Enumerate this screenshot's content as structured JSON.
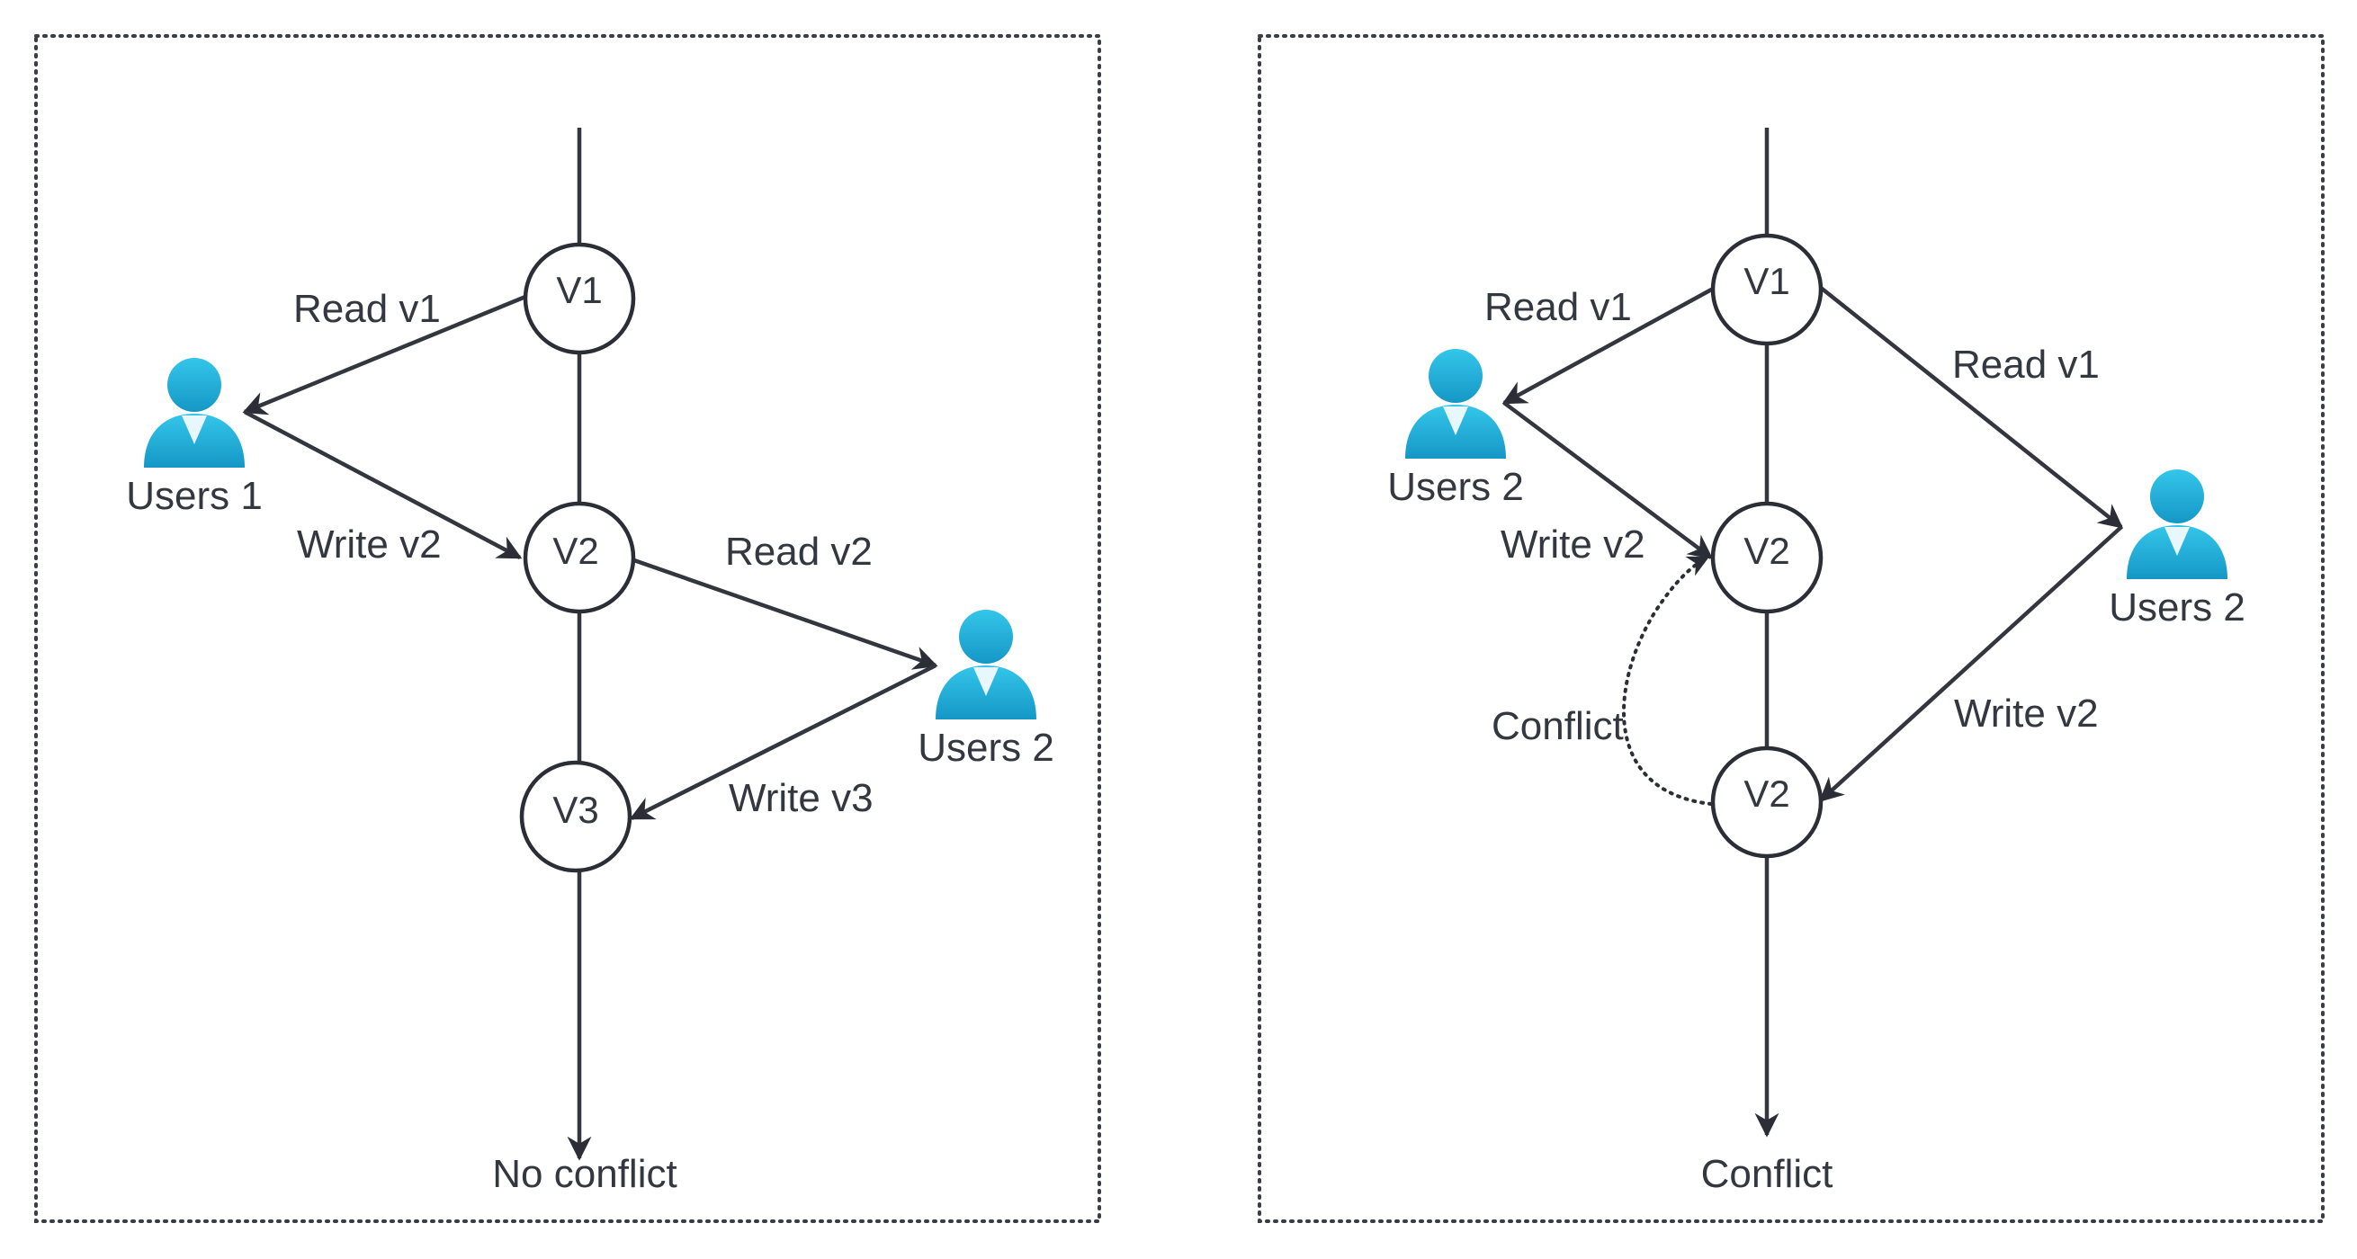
{
  "left": {
    "nodes": {
      "v1": "V1",
      "v2": "V2",
      "v3": "V3"
    },
    "users": {
      "u1": "Users 1",
      "u2": "Users 2"
    },
    "edges": {
      "read_v1": "Read v1",
      "write_v2": "Write v2",
      "read_v2": "Read v2",
      "write_v3": "Write v3"
    },
    "result": "No conflict"
  },
  "right": {
    "nodes": {
      "v1": "V1",
      "v2a": "V2",
      "v2b": "V2"
    },
    "users": {
      "left_user": "Users 2",
      "right_user": "Users 2"
    },
    "edges": {
      "read_v1_left": "Read v1",
      "read_v1_right": "Read v1",
      "write_v2_left": "Write v2",
      "write_v2_right": "Write v2",
      "conflict": "Conflict"
    },
    "result": "Conflict"
  },
  "colors": {
    "user_icon": "#1fb3d8",
    "user_icon_dark": "#0f8fb8",
    "stroke": "#2b2e36"
  }
}
